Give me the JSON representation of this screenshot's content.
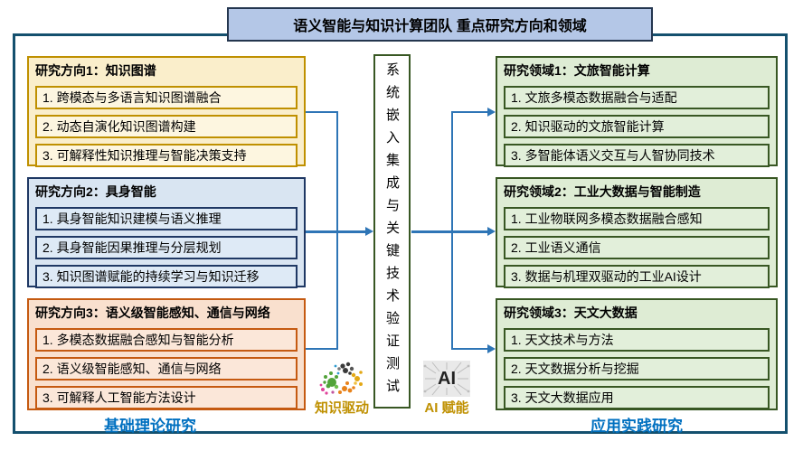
{
  "title": "语义智能与知识计算团队 重点研究方向和领域",
  "center_pipeline": {
    "label": "系统嵌入集成与关键技术验证测试"
  },
  "left_column": {
    "footer": "基础理论研究",
    "groups": [
      {
        "heading": "研究方向1：知识图谱",
        "items": [
          "1. 跨模态与多语言知识图谱融合",
          "2. 动态自演化知识图谱构建",
          "3. 可解释性知识推理与智能决策支持"
        ]
      },
      {
        "heading": "研究方向2：具身智能",
        "items": [
          "1. 具身智能知识建模与语义推理",
          "2. 具身智能因果推理与分层规划",
          "3. 知识图谱赋能的持续学习与知识迁移"
        ]
      },
      {
        "heading": "研究方向3：语义级智能感知、通信与网络",
        "items": [
          "1. 多模态数据融合感知与智能分析",
          "2. 语义级智能感知、通信与网络",
          "3. 可解释人工智能方法设计"
        ]
      }
    ]
  },
  "right_column": {
    "footer": "应用实践研究",
    "groups": [
      {
        "heading": "研究领域1：文旅智能计算",
        "items": [
          "1. 文旅多模态数据融合与适配",
          "2. 知识驱动的文旅智能计算",
          "3. 多智能体语义交互与人智协同技术"
        ]
      },
      {
        "heading": "研究领域2：工业大数据与智能制造",
        "items": [
          "1. 工业物联网多模态数据融合感知",
          "2. 工业语义通信",
          "3. 数据与机理双驱动的工业AI设计"
        ]
      },
      {
        "heading": "研究领域3：天文大数据",
        "items": [
          "1. 天文技术与方法",
          "2. 天文数据分析与挖掘",
          "3. 天文大数据应用"
        ]
      }
    ]
  },
  "badges": {
    "knowledge": {
      "label": "知识驱动"
    },
    "ai": {
      "label": "AI 赋能",
      "chip_text": "AI"
    }
  },
  "colors": {
    "outer_border": "#14506e",
    "title_fill": "#b4c7e7",
    "connector_blue": "#2e75b6",
    "yellow_border": "#bf9000",
    "blue_border": "#1f3864",
    "orange_border": "#c55a11",
    "green_border": "#385723",
    "footer_text": "#0070c0",
    "badge_text": "#bf9000"
  }
}
